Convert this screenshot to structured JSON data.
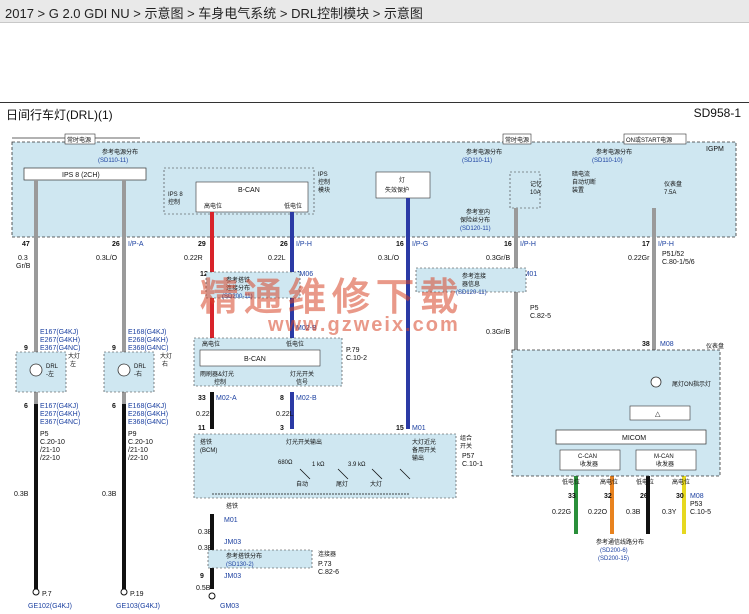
{
  "breadcrumb": "2017 > G 2.0 GDI NU > 示意图 > 车身电气系统 > DRL控制模块 > 示意图",
  "title": "日间行车灯(DRL)(1)",
  "code": "SD958-1",
  "watermark": {
    "cn": "精通维修下载",
    "url": "www.gzweix.com"
  },
  "colors": {
    "module_fill": "#cfe7f1",
    "wire_gray": "#9a9a9a",
    "wire_black": "#111111",
    "wire_blue": "#2b3aa5",
    "wire_red": "#d8232a",
    "wire_green": "#2a8f3a",
    "wire_orange": "#e8821e",
    "wire_yellow": "#e6d81f"
  },
  "power": {
    "always_l": "常时电源",
    "always_r": "常时电源",
    "on_start": "ON或START电源"
  },
  "ref": {
    "dist1": "参考电源分布",
    "dist1_id": "(SD110-11)",
    "dist2": "参考电源分布",
    "dist2_id": "(SD110-11)",
    "dist3": "参考电源分布",
    "dist3_id": "(SD110-10)",
    "fuse_dist": "参考室内",
    "fuse_dist2": "保险丝分布",
    "fuse_id": "(SD120-11)",
    "conn_info1": "参考连接",
    "conn_info2": "器信息",
    "conn_id": "(SD120-11)",
    "splice": "参考搭铁",
    "splice2": "连接分布",
    "splice_id": "(SD200-11)",
    "ground": "参考搭铁分布",
    "ground_id": "(SD130-2)",
    "comm": "参考通信线路分布",
    "comm_id1": "(SD200-6)",
    "comm_id2": "(SD200-15)"
  },
  "ipm": {
    "label": "IGPM",
    "ips_box": "IPS 8 (2CH)",
    "ips_ctrl": "IPS 8",
    "ips_ctrl2": "控制",
    "ips_mod": "IPS",
    "ips_mod2": "控制",
    "ips_mod3": "模块",
    "bcan": "B-CAN",
    "hi": "高电位",
    "lo": "低电位",
    "lamp_fail": "灯",
    "lamp_fail2": "失效保护",
    "mem": "记忆",
    "mem_a": "10A",
    "dark_cur": "暗电流",
    "dark_cur2": "自动切断",
    "dark_cur3": "装置",
    "meter": "仪表盘",
    "meter_a": "7.5A"
  },
  "wires": {
    "w1_pin": "47",
    "w1_size": "0.3",
    "w1_color": "Gr/B",
    "w2_pin": "26",
    "w2_conn": "I/P-A",
    "w2_size": "0.3L/O",
    "w3_pin": "29",
    "w3_size": "0.22R",
    "w3_pin2": "12",
    "w4_pin": "26",
    "w4_conn": "I/P-H",
    "w4_size": "0.22L",
    "w4_pin2": "JM06",
    "w5_pin": "16",
    "w5_conn": "I/P-G",
    "w5_size": "0.3L/O",
    "w6_pin": "16",
    "w6_conn": "I/P-H",
    "w6_size": "0.3Gr/B",
    "w6_pin2": "JM01",
    "w6_size2": "0.3Gr/B",
    "w7_pin": "17",
    "w7_conn": "I/P-H",
    "w7_size": "0.22Gr",
    "w7_pin2": "38",
    "w7_conn2": "M08",
    "p_conn": "P51/52",
    "p_conn2": "C.80-1/5/6"
  },
  "lamps": {
    "left_conn": "E167(G4KJ)",
    "left_conn2": "E267(G4KH)",
    "left_conn3": "E367(G4NC)",
    "left_name": "大灯",
    "left_name2": "左",
    "left_drl": "DRL",
    "left_drl2": "-左",
    "right_conn": "E168(G4KJ)",
    "right_conn2": "E268(G4KH)",
    "right_conn3": "E368(G4NC)",
    "right_name": "大灯",
    "right_name2": "右",
    "right_drl": "DRL",
    "right_drl2": "-右",
    "pin9": "9",
    "pin6": "6",
    "ref_p5": "P5",
    "ref_p5_1": "C.20-10",
    "ref_p5_2": "/21-10",
    "ref_p5_3": "/22-10",
    "ref_p9": "P9",
    "ref_p9_1": "C.20-10",
    "ref_p9_2": "/21-10",
    "ref_p9_3": "/22-10",
    "gnd_size": "0.3B",
    "gnd_size2": "0.3B",
    "gnd1": "GE102(G4KJ)",
    "gnd2": "GE103(G4KJ)",
    "gnd1_ref": "P.7",
    "gnd2_ref": "P.19"
  },
  "bcm": {
    "bcan": "B-CAN",
    "hi": "高电位",
    "lo": "低电位",
    "wiper": "雨刷器&灯光",
    "wiper2": "控制",
    "lamp_sw": "灯光开关",
    "lamp_sw2": "信号",
    "p79": "P.79",
    "p79c": "C.10-2",
    "m02a": "M02-A",
    "m02b": "M02-B",
    "m02b2": "M02-B",
    "pin33": "33",
    "pin8": "8",
    "pin11": "11",
    "pin3": "3",
    "wsize1": "0.22B",
    "wsize2": "0.22L",
    "title": "搭铁",
    "title2": "(BCM)",
    "sw_out": "灯光开关输出",
    "r1": "680Ω",
    "r2": "1 kΩ",
    "r3": "3.9 kΩ",
    "auto": "自动",
    "tail": "尾灯",
    "head": "大灯",
    "hl": "大灯近光",
    "hl2": "备用开关",
    "hl3": "输出",
    "multi": "组合",
    "multi2": "开关",
    "p57": "P57",
    "p57c": "C.10-1",
    "m01": "M01",
    "pin15": "15",
    "jm03": "JM03",
    "gsize": "0.3B",
    "gsize2": "0.3B",
    "splice": "连接器",
    "splice_pin": "9",
    "p73": "P.73",
    "p73c": "C.82-6",
    "p5": "P5",
    "p5c": "C.82-5",
    "gnd_size": "0.5B",
    "gnd": "GM03"
  },
  "cluster": {
    "label": "仪表盘",
    "m08": "M08",
    "tail_ind": "尾灯ON指示灯",
    "micom": "MICOM",
    "ccan": "C-CAN",
    "ccan2": "收发器",
    "mcan": "M-CAN",
    "mcan2": "收发器",
    "lo": "低电位",
    "hi": "高电位",
    "lo2": "低电位",
    "hi2": "高电位",
    "pin33": "33",
    "pin32": "32",
    "pin26": "26",
    "pin30": "30",
    "w1": "0.22G",
    "w2": "0.22O",
    "w3": "0.3B",
    "w4": "0.3Y",
    "m08b": "M08",
    "p53": "P53",
    "p53c": "C.10-5"
  }
}
